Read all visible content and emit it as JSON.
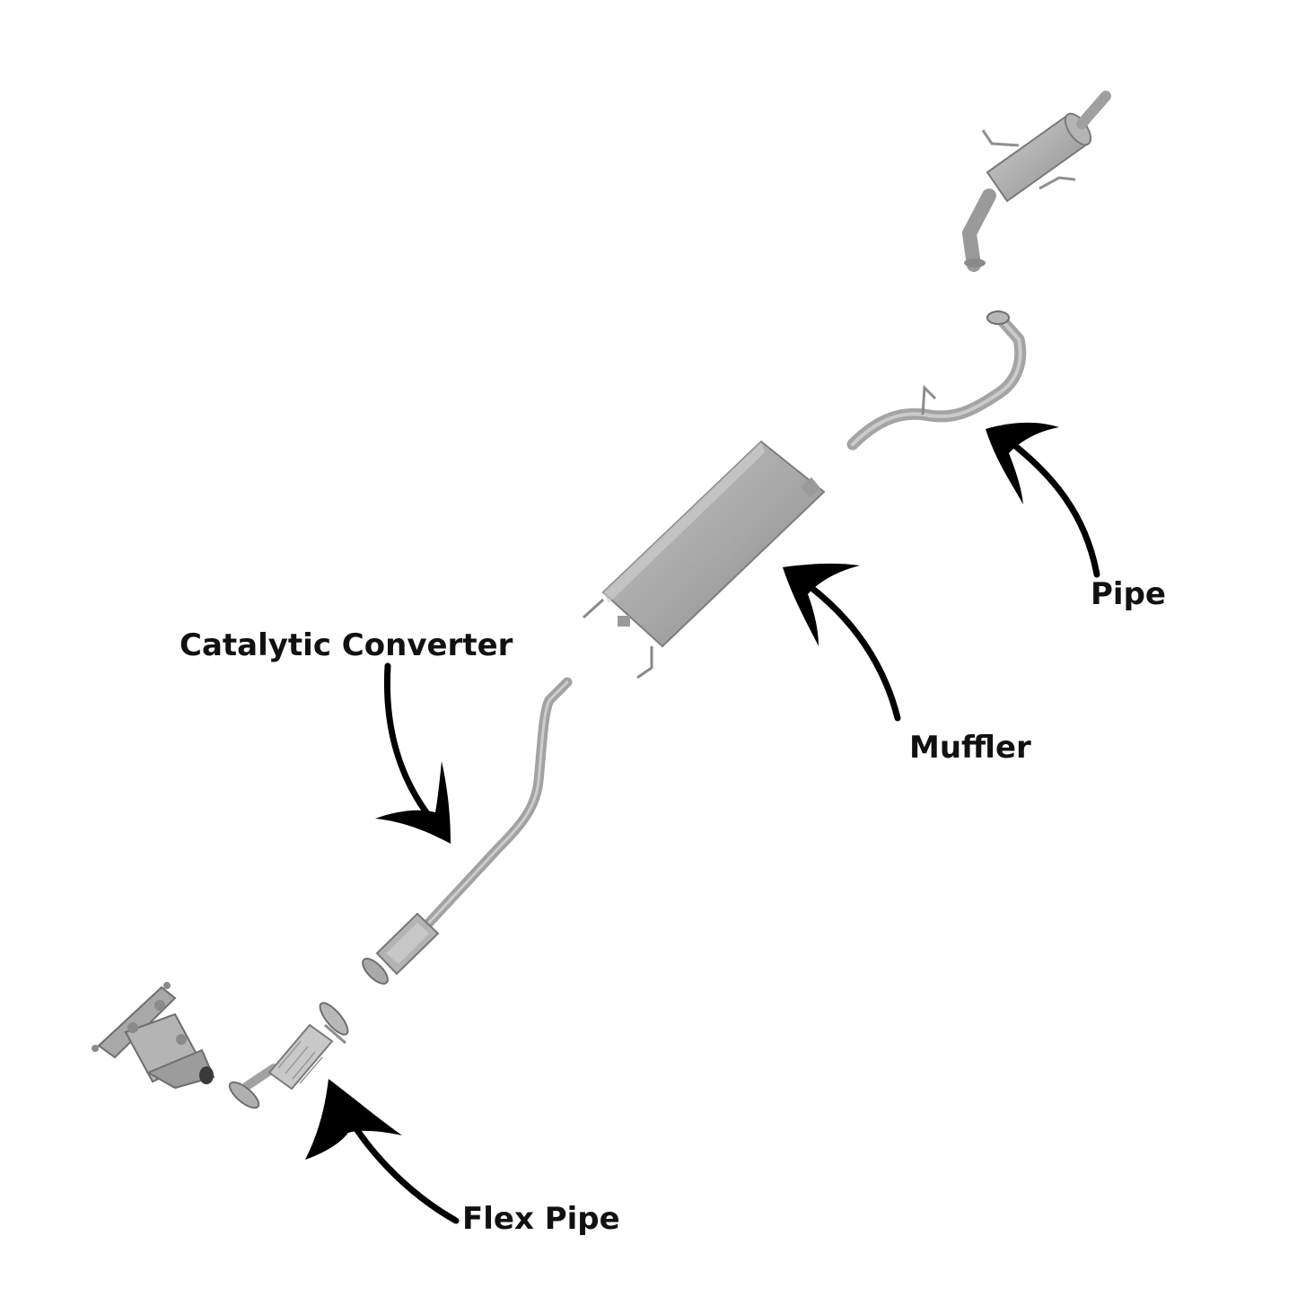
{
  "labels": {
    "catalytic_converter": "Catalytic Converter",
    "muffler": "Muffler",
    "pipe": "Pipe",
    "flex_pipe": "Flex Pipe"
  },
  "colors": {
    "part_fill": "#a8a8a8",
    "part_dark": "#7a7a7a",
    "part_light": "#c9c9c9",
    "arrow": "#000000",
    "text": "#111111"
  }
}
